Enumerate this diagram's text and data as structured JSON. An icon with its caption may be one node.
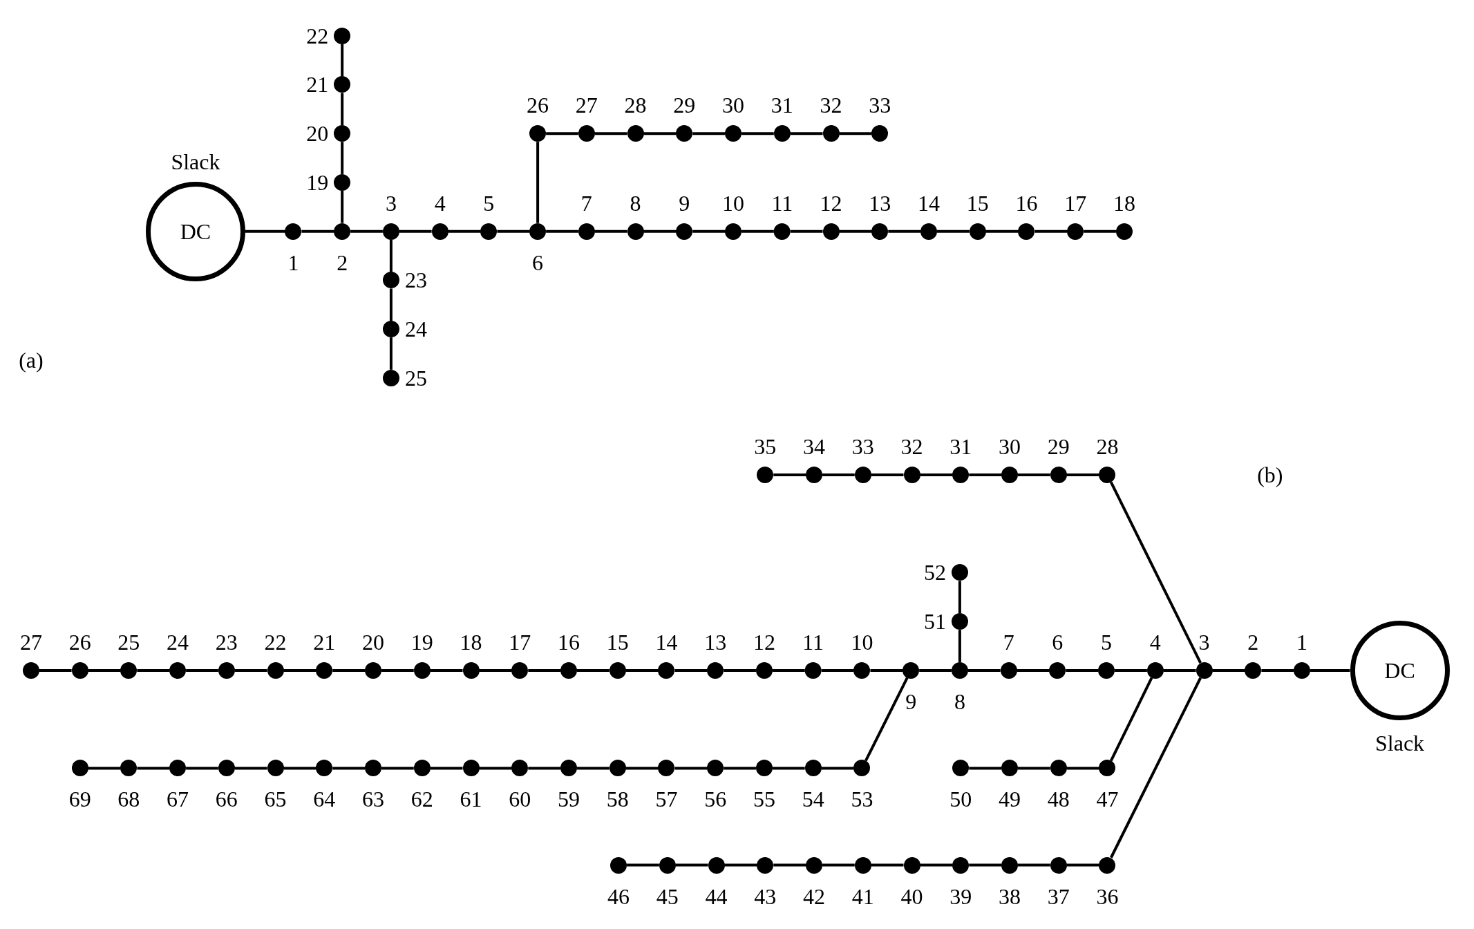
{
  "diagram": {
    "nodes": [
      {
        "text": [
          "DC"
        ],
        "beside": [
          "Slack"
        ]
      },
      {
        "text": [
          "1"
        ]
      },
      {
        "text": [
          "2"
        ]
      },
      {
        "text": [
          "3"
        ]
      },
      {
        "text": [
          "4"
        ]
      },
      {
        "text": [
          "5"
        ]
      },
      {
        "text": [
          "6"
        ]
      },
      {
        "text": [
          "7"
        ]
      },
      {
        "text": [
          "8"
        ]
      },
      {
        "text": [
          "9"
        ]
      },
      {
        "text": [
          "10"
        ]
      },
      {
        "text": [
          "11"
        ]
      },
      {
        "text": [
          "12"
        ]
      },
      {
        "text": [
          "13"
        ]
      },
      {
        "text": [
          "14"
        ]
      },
      {
        "text": [
          "15"
        ]
      },
      {
        "text": [
          "16"
        ]
      },
      {
        "text": [
          "17"
        ]
      },
      {
        "text": [
          "18"
        ]
      },
      {
        "text": [
          "19"
        ]
      },
      {
        "text": [
          "20"
        ]
      },
      {
        "text": [
          "21"
        ]
      },
      {
        "text": [
          "22"
        ]
      },
      {
        "text": [
          "23"
        ]
      },
      {
        "text": [
          "24"
        ]
      },
      {
        "text": [
          "25"
        ]
      },
      {
        "text": [
          "26"
        ]
      },
      {
        "text": [
          "27"
        ]
      },
      {
        "text": [
          "28"
        ]
      },
      {
        "text": [
          "29"
        ]
      },
      {
        "text": [
          "30"
        ]
      },
      {
        "text": [
          "31"
        ]
      },
      {
        "text": [
          "32"
        ]
      },
      {
        "text": [
          "33"
        ]
      },
      {
        "text": [
          "DC"
        ],
        "beside": [
          "Slack"
        ]
      },
      {
        "text": [
          "1"
        ]
      },
      {
        "text": [
          "2"
        ]
      },
      {
        "text": [
          "3"
        ]
      },
      {
        "text": [
          "4"
        ]
      },
      {
        "text": [
          "5"
        ]
      },
      {
        "text": [
          "6"
        ]
      },
      {
        "text": [
          "7"
        ]
      },
      {
        "text": [
          "8"
        ]
      },
      {
        "text": [
          "9"
        ]
      },
      {
        "text": [
          "10"
        ]
      },
      {
        "text": [
          "11"
        ]
      },
      {
        "text": [
          "12"
        ]
      },
      {
        "text": [
          "13"
        ]
      },
      {
        "text": [
          "14"
        ]
      },
      {
        "text": [
          "15"
        ]
      },
      {
        "text": [
          "16"
        ]
      },
      {
        "text": [
          "17"
        ]
      },
      {
        "text": [
          "18"
        ]
      },
      {
        "text": [
          "19"
        ]
      },
      {
        "text": [
          "20"
        ]
      },
      {
        "text": [
          "21"
        ]
      },
      {
        "text": [
          "22"
        ]
      },
      {
        "text": [
          "23"
        ]
      },
      {
        "text": [
          "24"
        ]
      },
      {
        "text": [
          "25"
        ]
      },
      {
        "text": [
          "26"
        ]
      },
      {
        "text": [
          "27"
        ]
      },
      {
        "text": [
          "28"
        ]
      },
      {
        "text": [
          "29"
        ]
      },
      {
        "text": [
          "30"
        ]
      },
      {
        "text": [
          "31"
        ]
      },
      {
        "text": [
          "32"
        ]
      },
      {
        "text": [
          "33"
        ]
      },
      {
        "text": [
          "34"
        ]
      },
      {
        "text": [
          "35"
        ]
      },
      {
        "text": [
          "36"
        ]
      },
      {
        "text": [
          "37"
        ]
      },
      {
        "text": [
          "38"
        ]
      },
      {
        "text": [
          "39"
        ]
      },
      {
        "text": [
          "40"
        ]
      },
      {
        "text": [
          "41"
        ]
      },
      {
        "text": [
          "42"
        ]
      },
      {
        "text": [
          "43"
        ]
      },
      {
        "text": [
          "44"
        ]
      },
      {
        "text": [
          "45"
        ]
      },
      {
        "text": [
          "46"
        ]
      },
      {
        "text": [
          "47"
        ]
      },
      {
        "text": [
          "48"
        ]
      },
      {
        "text": [
          "49"
        ]
      },
      {
        "text": [
          "50"
        ]
      },
      {
        "text": [
          "51"
        ]
      },
      {
        "text": [
          "52"
        ]
      },
      {
        "text": [
          "53"
        ]
      },
      {
        "text": [
          "54"
        ]
      },
      {
        "text": [
          "55"
        ]
      },
      {
        "text": [
          "56"
        ]
      },
      {
        "text": [
          "57"
        ]
      },
      {
        "text": [
          "58"
        ]
      },
      {
        "text": [
          "59"
        ]
      },
      {
        "text": [
          "60"
        ]
      },
      {
        "text": [
          "61"
        ]
      },
      {
        "text": [
          "62"
        ]
      },
      {
        "text": [
          "63"
        ]
      },
      {
        "text": [
          "64"
        ]
      },
      {
        "text": [
          "65"
        ]
      },
      {
        "text": [
          "66"
        ]
      },
      {
        "text": [
          "67"
        ]
      },
      {
        "text": [
          "68"
        ]
      },
      {
        "text": [
          "69"
        ]
      }
    ],
    "edges": [
      {
        "from": 0,
        "to": 1,
        "arrow": "none"
      },
      {
        "from": 1,
        "to": 2,
        "arrow": "none"
      },
      {
        "from": 2,
        "to": 3,
        "arrow": "none"
      },
      {
        "from": 3,
        "to": 4,
        "arrow": "none"
      },
      {
        "from": 4,
        "to": 5,
        "arrow": "none"
      },
      {
        "from": 5,
        "to": 6,
        "arrow": "none"
      },
      {
        "from": 6,
        "to": 7,
        "arrow": "none"
      },
      {
        "from": 7,
        "to": 8,
        "arrow": "none"
      },
      {
        "from": 8,
        "to": 9,
        "arrow": "none"
      },
      {
        "from": 9,
        "to": 10,
        "arrow": "none"
      },
      {
        "from": 10,
        "to": 11,
        "arrow": "none"
      },
      {
        "from": 11,
        "to": 12,
        "arrow": "none"
      },
      {
        "from": 12,
        "to": 13,
        "arrow": "none"
      },
      {
        "from": 13,
        "to": 14,
        "arrow": "none"
      },
      {
        "from": 14,
        "to": 15,
        "arrow": "none"
      },
      {
        "from": 15,
        "to": 16,
        "arrow": "none"
      },
      {
        "from": 16,
        "to": 17,
        "arrow": "none"
      },
      {
        "from": 17,
        "to": 18,
        "arrow": "none"
      },
      {
        "from": 2,
        "to": 19,
        "arrow": "none"
      },
      {
        "from": 19,
        "to": 20,
        "arrow": "none"
      },
      {
        "from": 20,
        "to": 21,
        "arrow": "none"
      },
      {
        "from": 21,
        "to": 22,
        "arrow": "none"
      },
      {
        "from": 3,
        "to": 23,
        "arrow": "none"
      },
      {
        "from": 23,
        "to": 24,
        "arrow": "none"
      },
      {
        "from": 24,
        "to": 25,
        "arrow": "none"
      },
      {
        "from": 6,
        "to": 26,
        "arrow": "none"
      },
      {
        "from": 26,
        "to": 27,
        "arrow": "none"
      },
      {
        "from": 27,
        "to": 28,
        "arrow": "none"
      },
      {
        "from": 28,
        "to": 29,
        "arrow": "none"
      },
      {
        "from": 29,
        "to": 30,
        "arrow": "none"
      },
      {
        "from": 30,
        "to": 31,
        "arrow": "none"
      },
      {
        "from": 31,
        "to": 32,
        "arrow": "none"
      },
      {
        "from": 32,
        "to": 33,
        "arrow": "none"
      },
      {
        "from": 34,
        "to": 35,
        "arrow": "none"
      },
      {
        "from": 35,
        "to": 36,
        "arrow": "none"
      },
      {
        "from": 36,
        "to": 37,
        "arrow": "none"
      },
      {
        "from": 37,
        "to": 38,
        "arrow": "none"
      },
      {
        "from": 38,
        "to": 39,
        "arrow": "none"
      },
      {
        "from": 39,
        "to": 40,
        "arrow": "none"
      },
      {
        "from": 40,
        "to": 41,
        "arrow": "none"
      },
      {
        "from": 41,
        "to": 42,
        "arrow": "none"
      },
      {
        "from": 42,
        "to": 43,
        "arrow": "none"
      },
      {
        "from": 43,
        "to": 44,
        "arrow": "none"
      },
      {
        "from": 44,
        "to": 45,
        "arrow": "none"
      },
      {
        "from": 45,
        "to": 46,
        "arrow": "none"
      },
      {
        "from": 46,
        "to": 47,
        "arrow": "none"
      },
      {
        "from": 47,
        "to": 48,
        "arrow": "none"
      },
      {
        "from": 48,
        "to": 49,
        "arrow": "none"
      },
      {
        "from": 49,
        "to": 50,
        "arrow": "none"
      },
      {
        "from": 50,
        "to": 51,
        "arrow": "none"
      },
      {
        "from": 51,
        "to": 52,
        "arrow": "none"
      },
      {
        "from": 52,
        "to": 53,
        "arrow": "none"
      },
      {
        "from": 53,
        "to": 54,
        "arrow": "none"
      },
      {
        "from": 54,
        "to": 55,
        "arrow": "none"
      },
      {
        "from": 55,
        "to": 56,
        "arrow": "none"
      },
      {
        "from": 56,
        "to": 57,
        "arrow": "none"
      },
      {
        "from": 57,
        "to": 58,
        "arrow": "none"
      },
      {
        "from": 58,
        "to": 59,
        "arrow": "none"
      },
      {
        "from": 59,
        "to": 60,
        "arrow": "none"
      },
      {
        "from": 60,
        "to": 61,
        "arrow": "none"
      },
      {
        "from": 37,
        "to": 62,
        "arrow": "none"
      },
      {
        "from": 62,
        "to": 63,
        "arrow": "none"
      },
      {
        "from": 63,
        "to": 64,
        "arrow": "none"
      },
      {
        "from": 64,
        "to": 65,
        "arrow": "none"
      },
      {
        "from": 65,
        "to": 66,
        "arrow": "none"
      },
      {
        "from": 66,
        "to": 67,
        "arrow": "none"
      },
      {
        "from": 67,
        "to": 68,
        "arrow": "none"
      },
      {
        "from": 68,
        "to": 69,
        "arrow": "none"
      },
      {
        "from": 37,
        "to": 70,
        "arrow": "none"
      },
      {
        "from": 70,
        "to": 71,
        "arrow": "none"
      },
      {
        "from": 71,
        "to": 72,
        "arrow": "none"
      },
      {
        "from": 72,
        "to": 73,
        "arrow": "none"
      },
      {
        "from": 73,
        "to": 74,
        "arrow": "none"
      },
      {
        "from": 74,
        "to": 75,
        "arrow": "none"
      },
      {
        "from": 75,
        "to": 76,
        "arrow": "none"
      },
      {
        "from": 76,
        "to": 77,
        "arrow": "none"
      },
      {
        "from": 77,
        "to": 78,
        "arrow": "none"
      },
      {
        "from": 78,
        "to": 79,
        "arrow": "none"
      },
      {
        "from": 79,
        "to": 80,
        "arrow": "none"
      },
      {
        "from": 38,
        "to": 81,
        "arrow": "none"
      },
      {
        "from": 81,
        "to": 82,
        "arrow": "none"
      },
      {
        "from": 82,
        "to": 83,
        "arrow": "none"
      },
      {
        "from": 83,
        "to": 84,
        "arrow": "none"
      },
      {
        "from": 42,
        "to": 85,
        "arrow": "none"
      },
      {
        "from": 85,
        "to": 86,
        "arrow": "none"
      },
      {
        "from": 43,
        "to": 87,
        "arrow": "none"
      },
      {
        "from": 87,
        "to": 88,
        "arrow": "none"
      },
      {
        "from": 88,
        "to": 89,
        "arrow": "none"
      },
      {
        "from": 89,
        "to": 90,
        "arrow": "none"
      },
      {
        "from": 90,
        "to": 91,
        "arrow": "none"
      },
      {
        "from": 91,
        "to": 92,
        "arrow": "none"
      },
      {
        "from": 92,
        "to": 93,
        "arrow": "none"
      },
      {
        "from": 93,
        "to": 94,
        "arrow": "none"
      },
      {
        "from": 94,
        "to": 95,
        "arrow": "none"
      },
      {
        "from": 95,
        "to": 96,
        "arrow": "none"
      },
      {
        "from": 96,
        "to": 97,
        "arrow": "none"
      },
      {
        "from": 97,
        "to": 98,
        "arrow": "none"
      },
      {
        "from": 98,
        "to": 99,
        "arrow": "none"
      },
      {
        "from": 99,
        "to": 100,
        "arrow": "none"
      },
      {
        "from": 100,
        "to": 101,
        "arrow": "none"
      },
      {
        "from": 101,
        "to": 102,
        "arrow": "none"
      },
      {
        "from": 102,
        "to": 103,
        "arrow": "none"
      }
    ],
    "labels": [
      "(a)",
      "(b)"
    ]
  }
}
